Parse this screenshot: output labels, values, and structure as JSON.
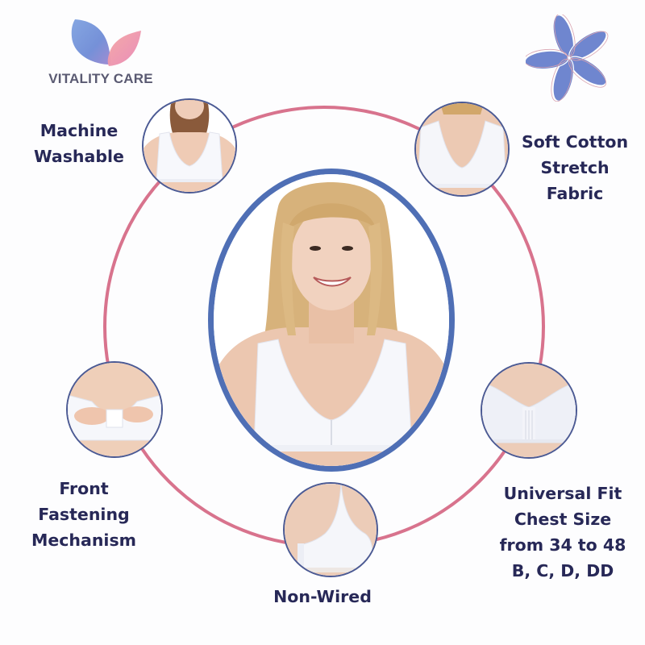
{
  "brand": {
    "name": "VITALITY CARE",
    "logo_icon": "leaf-logo-icon",
    "decoration_icon": "flower-icon",
    "colors": {
      "leaf_left": "#6f8fd8",
      "leaf_right": "#ef9bb0",
      "logo_text": "#5a5a72",
      "flower_petal": "#6f86cf",
      "ring": "#d8738d",
      "hero_border": "#4f6fb5",
      "feature_border": "#4b5a94",
      "label_text": "#272857"
    }
  },
  "hero": {
    "image_alt": "Smiling woman wearing white front-fastening bra"
  },
  "features": [
    {
      "id": "machine-washable",
      "lines": [
        "Machine",
        "Washable"
      ],
      "image_alt": "Front view of white bra"
    },
    {
      "id": "soft-cotton",
      "lines": [
        "Soft Cotton",
        "Stretch",
        "Fabric"
      ],
      "image_alt": "Back view of white bra"
    },
    {
      "id": "front-fastening",
      "lines": [
        "Front",
        "Fastening",
        "Mechanism"
      ],
      "image_alt": "Hands fastening bra front closure"
    },
    {
      "id": "universal-fit",
      "lines": [
        "Universal Fit",
        "Chest Size",
        "from 34 to 48",
        "B, C, D, DD"
      ],
      "image_alt": "Close-up of ruched front panel"
    },
    {
      "id": "non-wired",
      "lines": [
        "Non-Wired"
      ],
      "image_alt": "Side view of non-wired bra"
    }
  ]
}
